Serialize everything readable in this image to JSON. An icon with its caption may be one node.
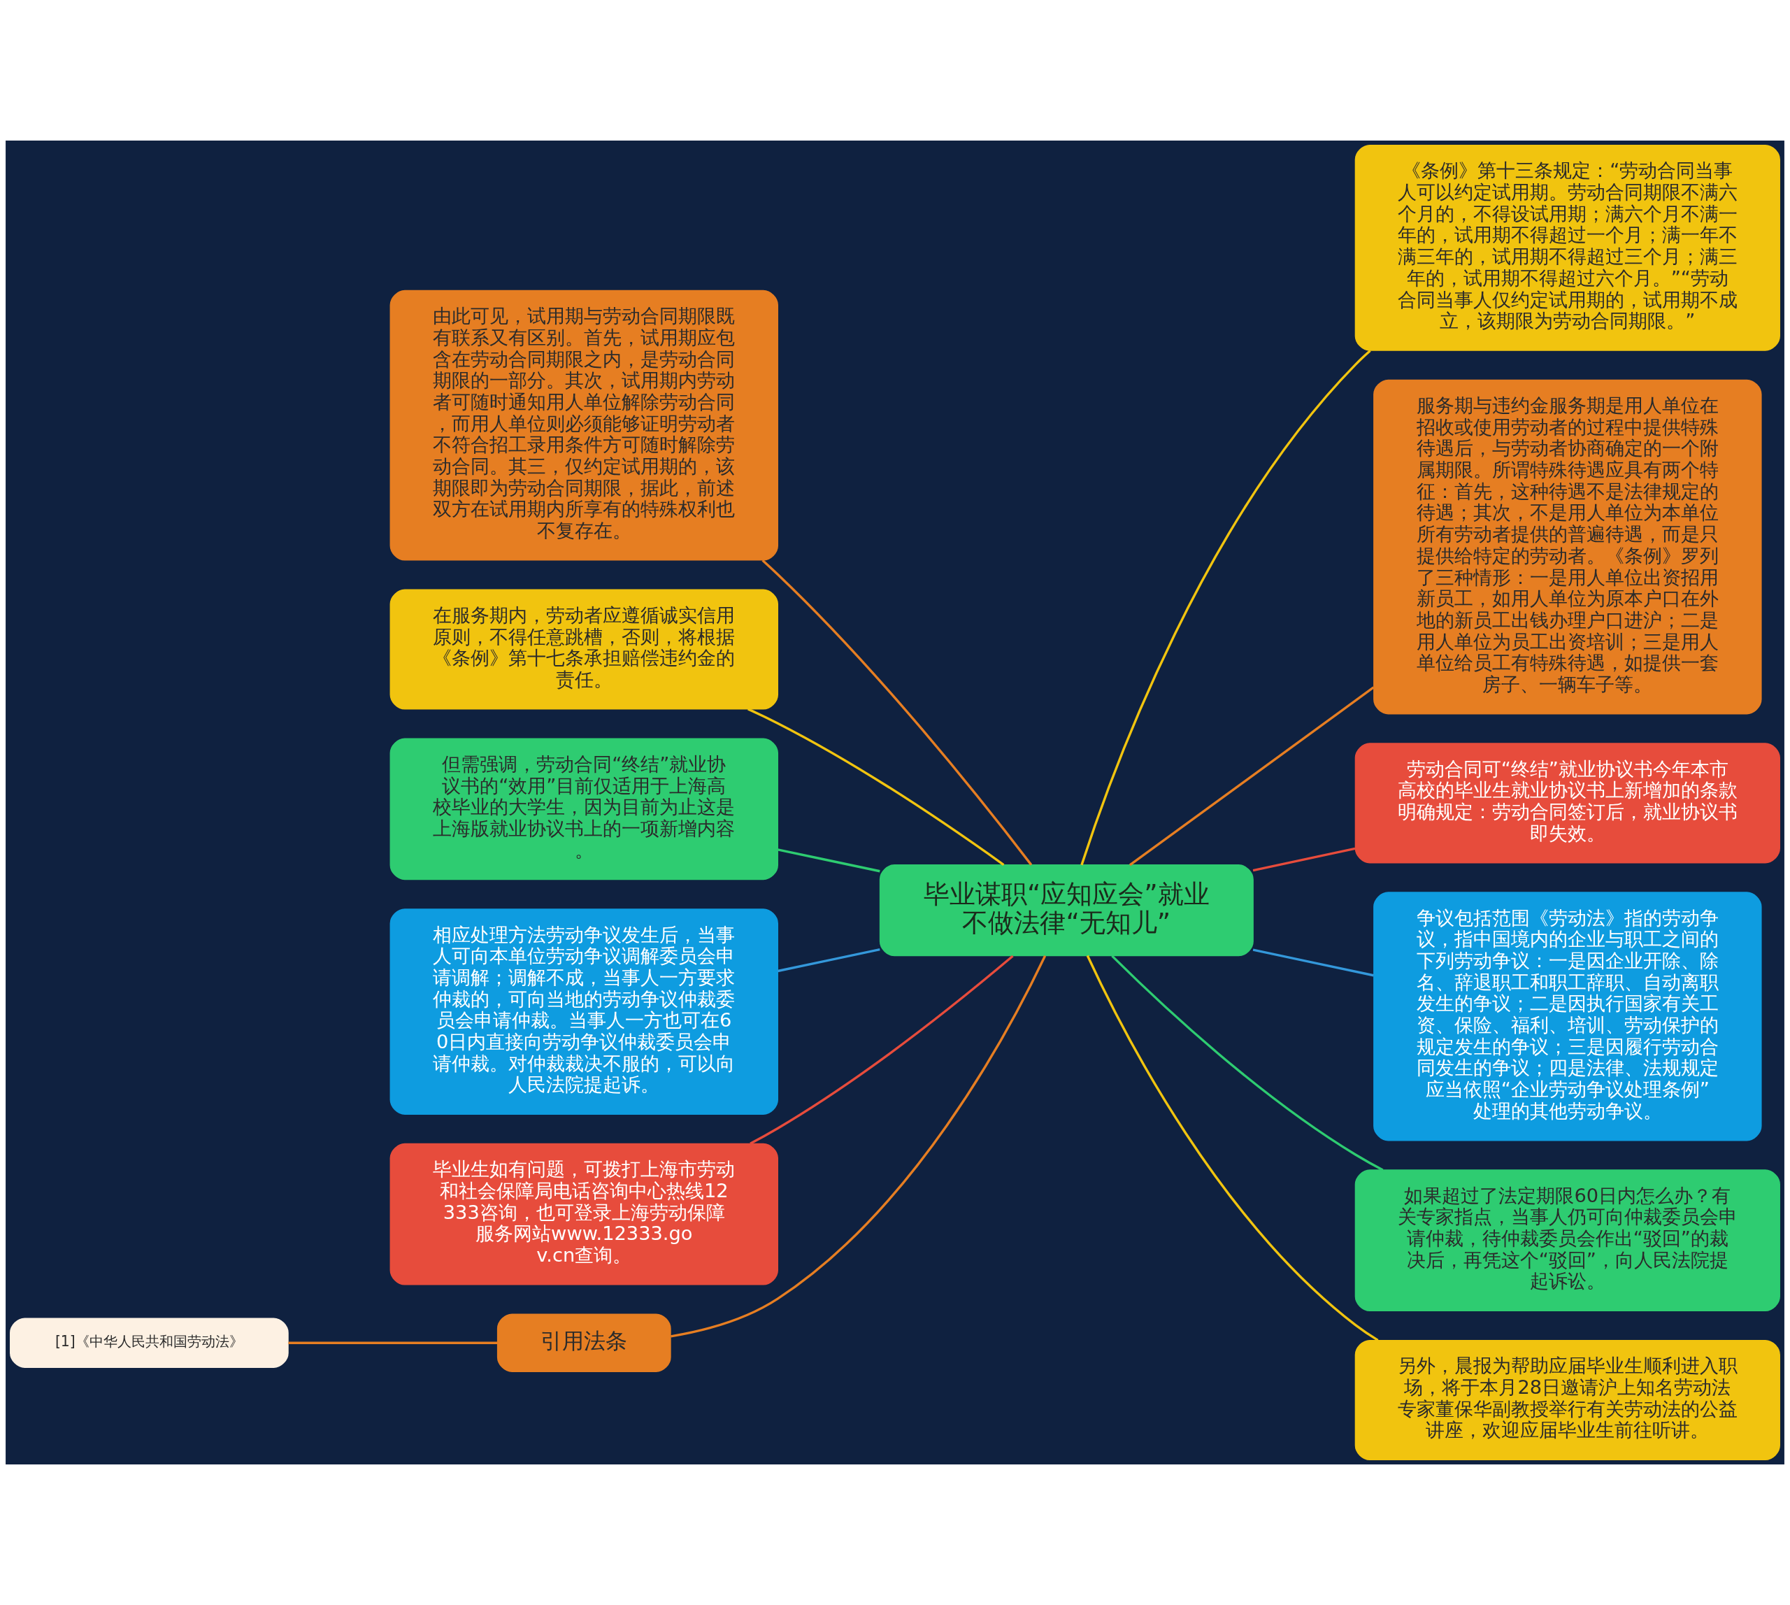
{
  "diagram": {
    "nodes": [
      {
        "text": [
          "毕业谋职“应知应会”就业不做法律“无知儿”"
        ]
      },
      {
        "text": [
          "由此可见，试用期与劳动合同期限既有联系又有区别。首先，试用期应包含在劳动合同期限之内，是劳动合同期限的一部分。其次，试用期内劳动者可随时通知用人单位解除劳动合同，而用人单位则必须能够证明劳动者不符合招工录用条件方可随时解除劳动合同。其三，仅约定试用期的，该期限即为劳动合同期限，据此，前述双方在试用期内所享有的特殊权利也不复存在。"
        ]
      },
      {
        "text": [
          "在服务期内，劳动者应遵循诚实信用原则，不得任意跳槽，否则，将根据《条例》第十七条承担赔偿违约金的责任。"
        ]
      },
      {
        "text": [
          "但需强调，劳动合同“终结”就业协议书的“效用”目前仅适用于上海高校毕业的大学生，因为目前为止这是上海版就业协议书上的一项新增内容。"
        ]
      },
      {
        "text": [
          "相应处理方法劳动争议发生后，当事人可向本单位劳动争议调解委员会申请调解；调解不成，当事人一方要求仲裁的，可向当地的劳动争议仲裁委员会申请仲裁。当事人一方也可在60日内直接向劳动争议仲裁委员会申请仲裁。对仲裁裁决不服的，可以向人民法院提起诉。"
        ]
      },
      {
        "text": [
          "毕业生如有问题，可拨打上海市劳动和社会保障局电话咨询中心热线12333咨询，也可登录上海劳动保障服务网站www.12333.gov.cn查询。"
        ]
      },
      {
        "text": [
          "引用法条"
        ]
      },
      {
        "text": [
          "[1]《中华人民共和国劳动法》"
        ]
      },
      {
        "text": [
          "《条例》第十三条规定：“劳动合同当事人可以约定试用期。劳动合同期限不满六个月的，不得设试用期；满六个月不满一年的，试用期不得超过一个月；满一年不满三年的，试用期不得超过三个月；满三年的，试用期不得超过六个月。”“劳动合同当事人仅约定试用期的，试用期不成立，该期限为劳动合同期限。”"
        ]
      },
      {
        "text": [
          "服务期与违约金服务期是用人单位在招收或使用劳动者的过程中提供特殊待遇后，与劳动者协商确定的一个附属期限。所谓特殊待遇应具有两个特征：首先，这种待遇不是法律规定的待遇；其次，不是用人单位为本单位所有劳动者提供的普遍待遇，而是只提供给特定的劳动者。《条例》罗列了三种情形：一是用人单位出资招用新员工，如用人单位为原本户口在外地的新员工出钱办理户口进沪；二是用人单位为员工出资培训；三是用人单位给员工有特殊待遇，如提供一套房子、一辆车子等。"
        ]
      },
      {
        "text": [
          "劳动合同可“终结”就业协议书今年本市高校的毕业生就业协议书上新增加的条款明确规定：劳动合同签订后，就业协议书即失效。"
        ]
      },
      {
        "text": [
          "争议包括范围《劳动法》指的劳动争议，指中国境内的企业与职工之间的下列劳动争议：一是因企业开除、除名、辞退职工和职工辞职、自动离职发生的争议；二是因执行国家有关工资、保险、福利、培训、劳动保护的规定发生的争议；三是因履行劳动合同发生的争议；四是法律、法规规定应当依照“企业劳动争议处理条例”处理的其他劳动争议。"
        ]
      },
      {
        "text": [
          "如果超过了法定期限60日内怎么办？有关专家指点，当事人仍可向仲裁委员会申请仲裁，待仲裁委员会作出“驳回”的裁决后，再凭这个“驳回”，向人民法院提起诉讼。"
        ]
      },
      {
        "text": [
          "另外，晨报为帮助应届毕业生顺利进入职场，将于本月28日邀请沪上知名劳动法专家董保华副教授举行有关劳动法的公益讲座，欢迎应届毕业生前往听讲。"
        ]
      }
    ],
    "edges": [
      {
        "from": 0,
        "to": 1,
        "arrow": "none"
      },
      {
        "from": 0,
        "to": 2,
        "arrow": "none",
        "color": "#f1c40f"
      },
      {
        "from": 0,
        "to": 3,
        "arrow": "none",
        "color": "#2ecc71"
      },
      {
        "from": 0,
        "to": 4,
        "arrow": "none",
        "color": "#3498db"
      },
      {
        "from": 0,
        "to": 5,
        "arrow": "none",
        "color": "#e74c3c"
      },
      {
        "from": 0,
        "to": 6,
        "arrow": "none"
      },
      {
        "from": 6,
        "to": 7,
        "arrow": "none"
      },
      {
        "from": 0,
        "to": 8,
        "arrow": "none",
        "color": "#f1c40f"
      },
      {
        "from": 0,
        "to": 9,
        "arrow": "none"
      },
      {
        "from": 0,
        "to": 10,
        "arrow": "none",
        "color": "#e74c3c"
      },
      {
        "from": 0,
        "to": 11,
        "arrow": "none",
        "color": "#3498db"
      },
      {
        "from": 0,
        "to": 12,
        "arrow": "none",
        "color": "#2ecc71"
      },
      {
        "from": 0,
        "to": 13,
        "arrow": "none",
        "color": "#f1c40f"
      }
    ]
  }
}
